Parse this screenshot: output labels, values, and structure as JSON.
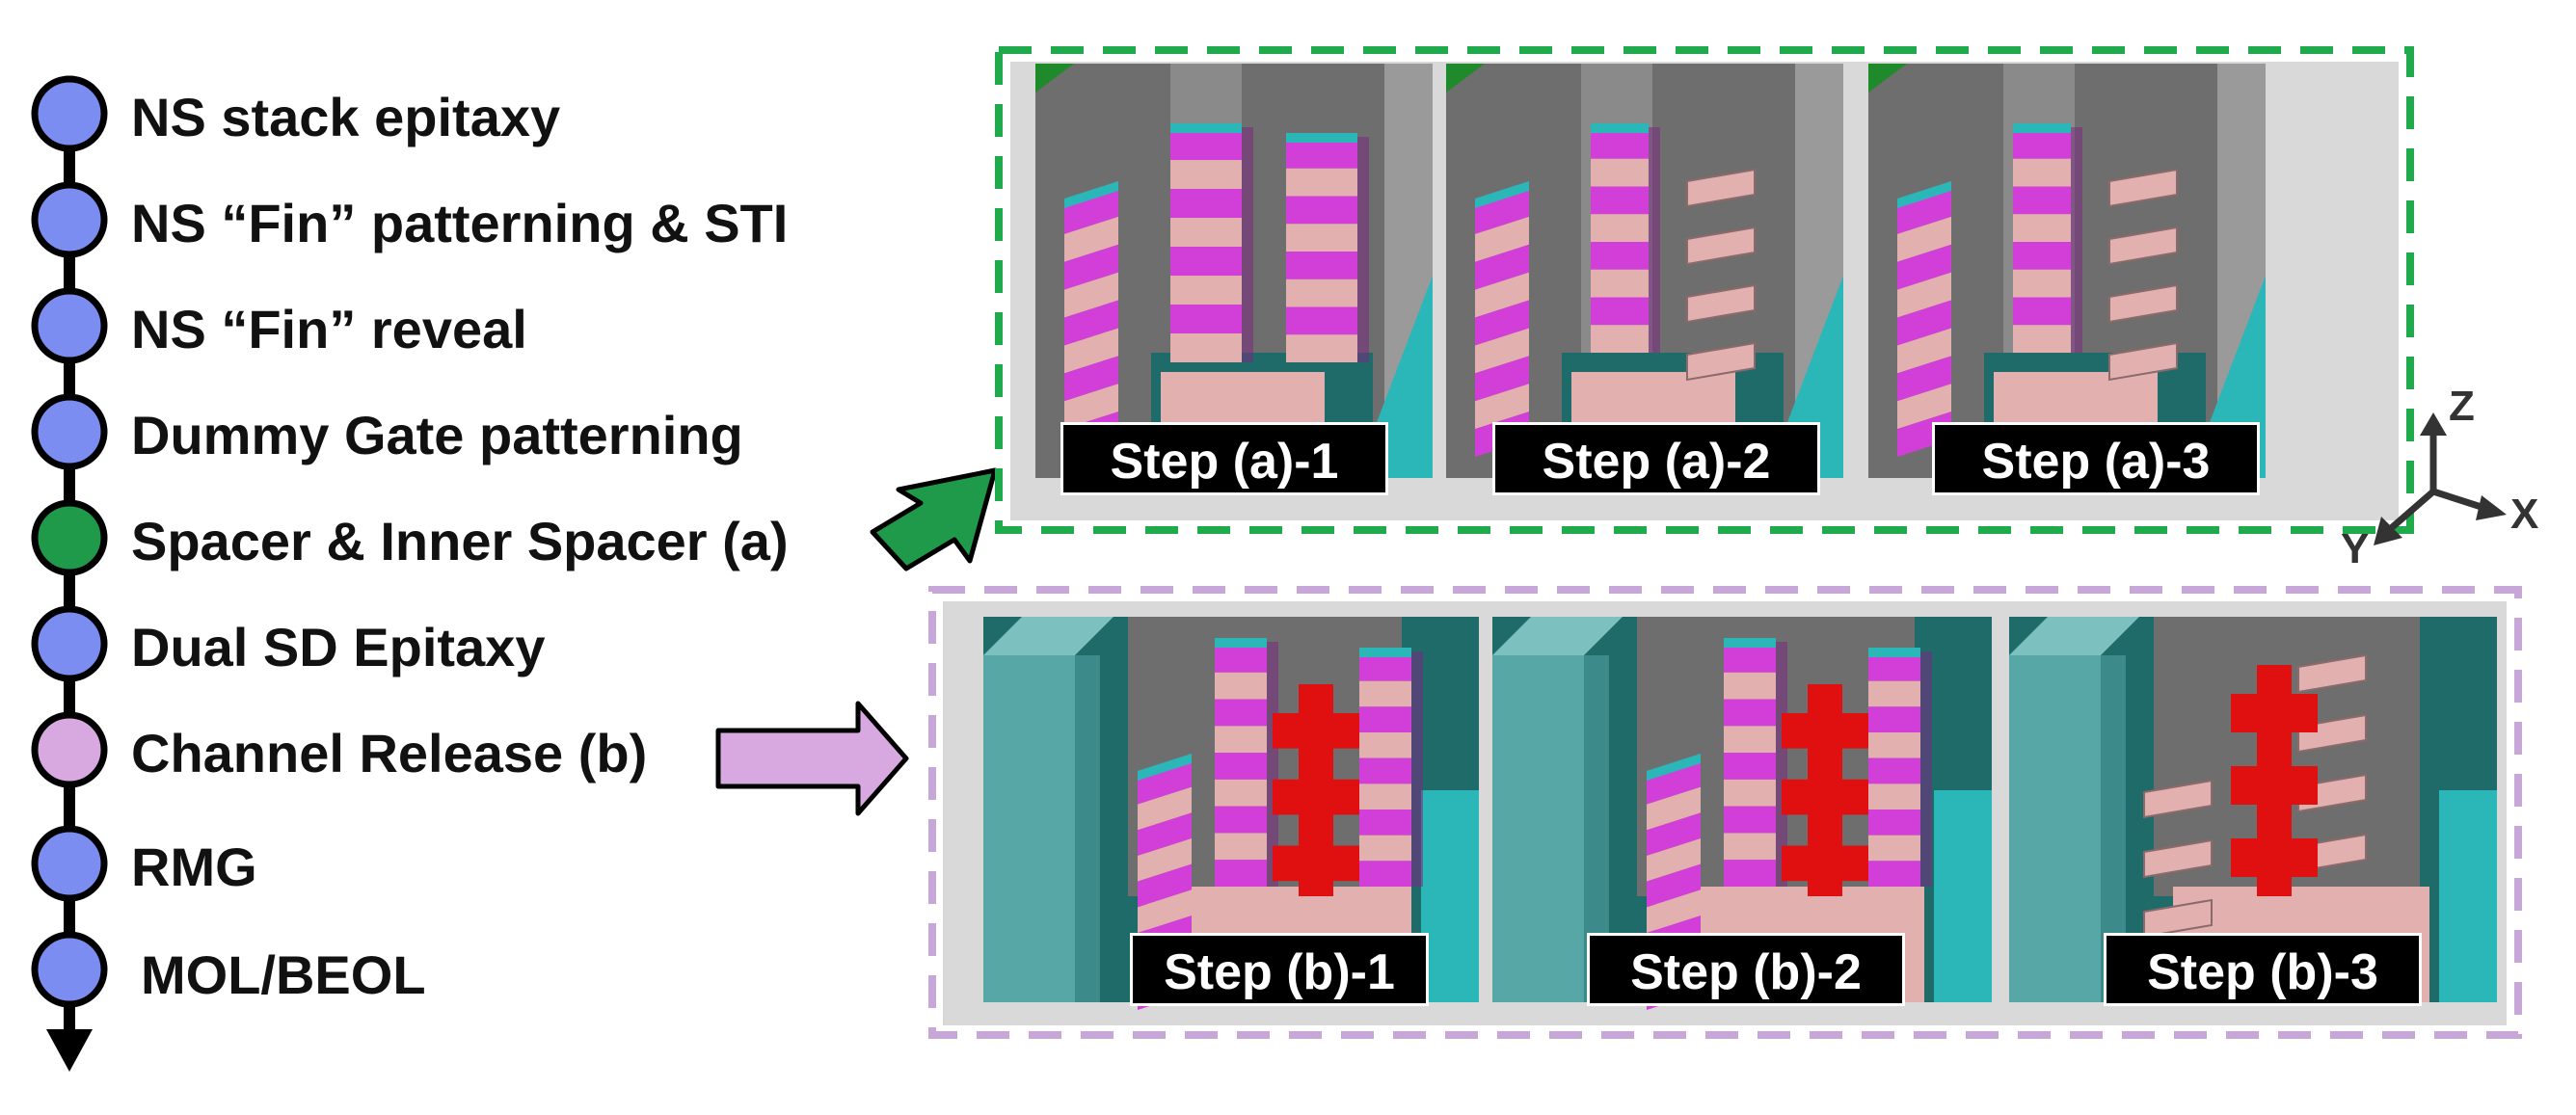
{
  "flow": {
    "steps": [
      {
        "label": "NS stack epitaxy",
        "color": "#7b8df0"
      },
      {
        "label": "NS “Fin” patterning & STI",
        "color": "#7b8df0"
      },
      {
        "label": "NS “Fin” reveal",
        "color": "#7b8df0"
      },
      {
        "label": "Dummy Gate patterning",
        "color": "#7b8df0"
      },
      {
        "label": "Spacer & Inner Spacer (a)",
        "color": "#1e9a4a"
      },
      {
        "label": "Dual SD Epitaxy",
        "color": "#7b8df0"
      },
      {
        "label": "Channel Release (b)",
        "color": "#d7a9e0"
      },
      {
        "label": "RMG",
        "color": "#7b8df0"
      },
      {
        "label": "MOL/BEOL",
        "color": "#7b8df0"
      }
    ]
  },
  "panel_a": {
    "border_color": "#1faa4b",
    "arrow_color": "#1e9a4a",
    "steps": [
      "Step (a)-1",
      "Step (a)-2",
      "Step (a)-3"
    ]
  },
  "panel_b": {
    "border_color": "#c7a6d8",
    "arrow_color": "#d7a9e0",
    "steps": [
      "Step (b)-1",
      "Step (b)-2",
      "Step (b)-3"
    ]
  },
  "axes": {
    "z": "Z",
    "x": "X",
    "y": "Y"
  },
  "colors": {
    "wall_gray": "#6e6e6e",
    "wall_light": "#8a8a8a",
    "teal": "#1f6b6a",
    "cyan": "#2bb7b7",
    "magenta": "#d23fd8",
    "pink": "#e3b0b0",
    "red": "#e01010"
  }
}
